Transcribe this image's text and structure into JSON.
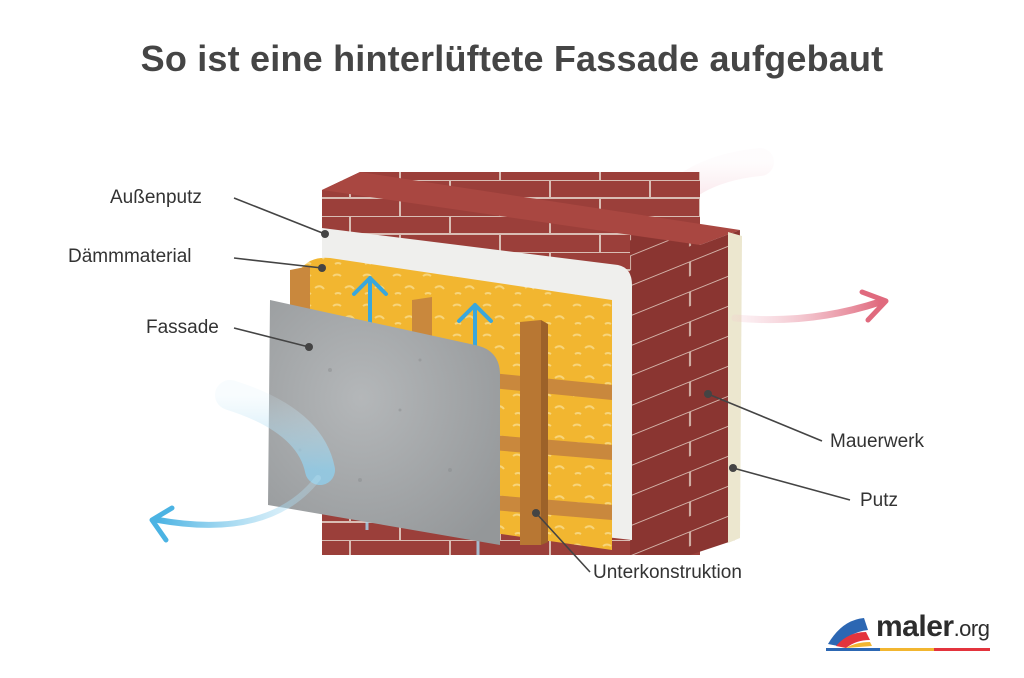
{
  "title": "So ist eine hinterlüftete Fassade aufgebaut",
  "labels": {
    "aussenputz": "Außenputz",
    "daemmmaterial": "Dämmmaterial",
    "fassade": "Fassade",
    "mauerwerk": "Mauerwerk",
    "putz": "Putz",
    "unterkonstruktion": "Unterkonstruktion"
  },
  "logo": {
    "name": "maler",
    "suffix": ".org"
  },
  "colors": {
    "brick": "#9b3f3a",
    "mortar": "#d9bdb4",
    "insulation": "#f2b630",
    "wood": "#c9883d",
    "panel": "#a7aaac",
    "plaster": "#efefed",
    "air_in": "#4bb3e3",
    "air_out": "#e06a7e"
  }
}
